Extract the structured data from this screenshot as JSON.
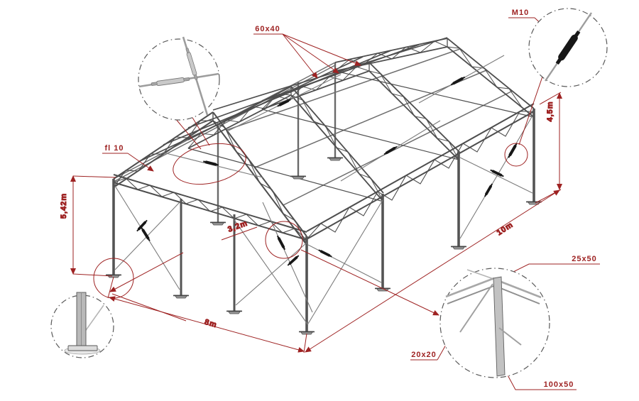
{
  "title": "Steel frame structure isometric assembly drawing",
  "labels": {
    "purlin_section": "60x40",
    "turnbuckle_bolt": "M10",
    "brace_rod": "fl 10",
    "eave_height": "5,42m",
    "column_height": "4,5m",
    "frame_spacing": "3,2m",
    "building_length": "10m",
    "building_width": "8m",
    "girt_section": "25x50",
    "angle_section": "20x20",
    "column_section": "100x50"
  },
  "colors": {
    "annotation_red": "#9e2222",
    "structure_dark": "#4e4e4e",
    "structure_light": "#8a8a8a",
    "background": "#ffffff"
  }
}
